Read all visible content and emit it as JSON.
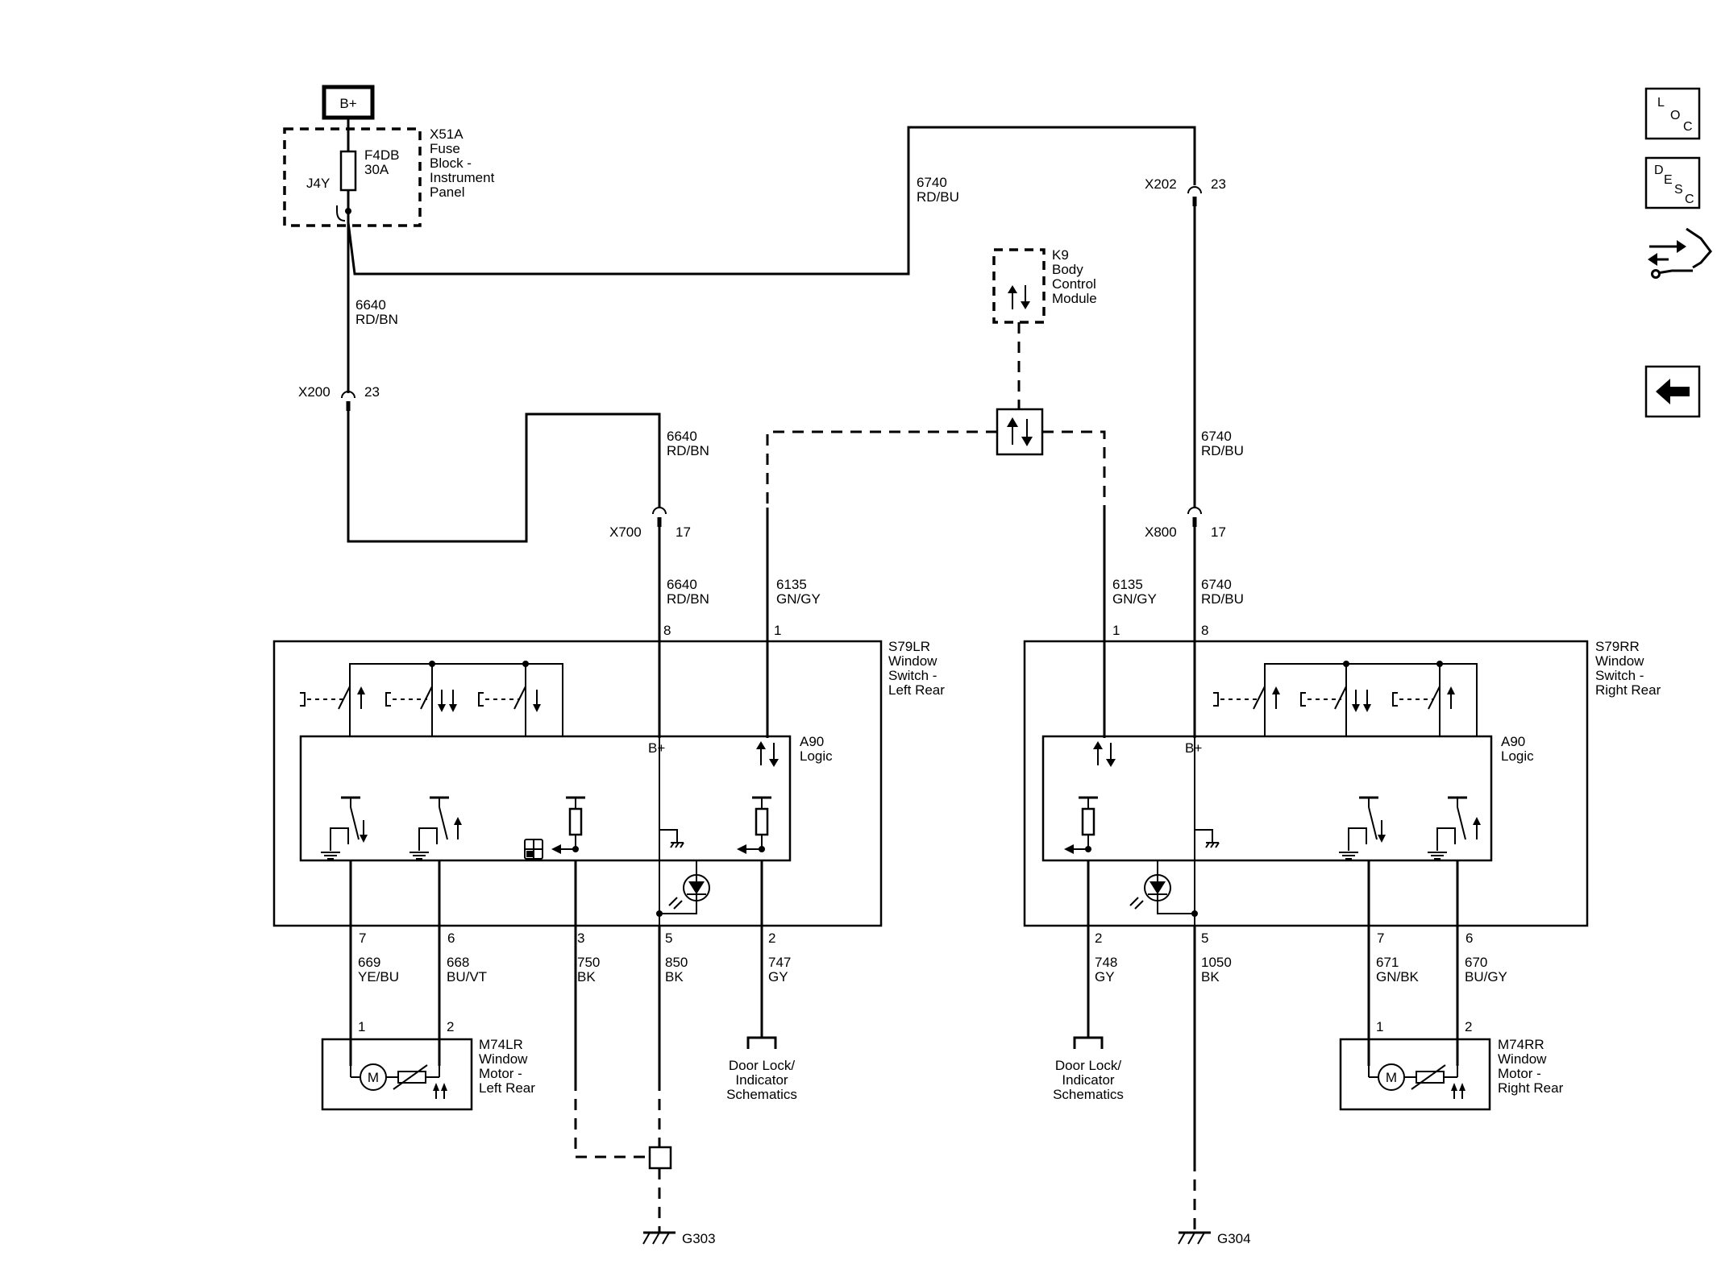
{
  "power": {
    "bplus": "B+"
  },
  "fuse_block": {
    "l1": "X51A",
    "l2": "Fuse",
    "l3": "Block -",
    "l4": "Instrument",
    "l5": "Panel",
    "fuse_id": "F4DB",
    "fuse_amp": "30A",
    "jumper": "J4Y"
  },
  "wires": {
    "w6640_top": {
      "num": "6640",
      "col": "RD/BN"
    },
    "w6740_top": {
      "num": "6740",
      "col": "RD/BU"
    },
    "w6640_mid": {
      "num": "6640",
      "col": "RD/BN"
    },
    "w6740_mid": {
      "num": "6740",
      "col": "RD/BU"
    },
    "w6640_low": {
      "num": "6640",
      "col": "RD/BN"
    },
    "w6135_l": {
      "num": "6135",
      "col": "GN/GY"
    },
    "w6135_r": {
      "num": "6135",
      "col": "GN/GY"
    },
    "w6740_low": {
      "num": "6740",
      "col": "RD/BU"
    },
    "w669": {
      "num": "669",
      "col": "YE/BU"
    },
    "w668": {
      "num": "668",
      "col": "BU/VT"
    },
    "w750": {
      "num": "750",
      "col": "BK"
    },
    "w850": {
      "num": "850",
      "col": "BK"
    },
    "w747": {
      "num": "747",
      "col": "GY"
    },
    "w748": {
      "num": "748",
      "col": "GY"
    },
    "w1050": {
      "num": "1050",
      "col": "BK"
    },
    "w671": {
      "num": "671",
      "col": "GN/BK"
    },
    "w670": {
      "num": "670",
      "col": "BU/GY"
    }
  },
  "connectors": {
    "x200": {
      "name": "X200",
      "pin": "23"
    },
    "x202": {
      "name": "X202",
      "pin": "23"
    },
    "x700": {
      "name": "X700",
      "pin": "17"
    },
    "x800": {
      "name": "X800",
      "pin": "17"
    }
  },
  "bcm": {
    "l1": "K9",
    "l2": "Body",
    "l3": "Control",
    "l4": "Module"
  },
  "left_switch": {
    "l1": "S79LR",
    "l2": "Window",
    "l3": "Switch -",
    "l4": "Left Rear",
    "logic1": "A90",
    "logic2": "Logic",
    "bplus": "B+",
    "pin_top_b": "8",
    "pin_top_s": "1",
    "pins_bottom": [
      "7",
      "6",
      "3",
      "5",
      "2"
    ]
  },
  "right_switch": {
    "l1": "S79RR",
    "l2": "Window",
    "l3": "Switch -",
    "l4": "Right Rear",
    "logic1": "A90",
    "logic2": "Logic",
    "bplus": "B+",
    "pin_top_s": "1",
    "pin_top_b": "8",
    "pins_bottom": [
      "2",
      "5",
      "7",
      "6"
    ]
  },
  "left_motor": {
    "l1": "M74LR",
    "l2": "Window",
    "l3": "Motor -",
    "l4": "Left Rear",
    "pin1": "1",
    "pin2": "2",
    "m": "M"
  },
  "right_motor": {
    "l1": "M74RR",
    "l2": "Window",
    "l3": "Motor -",
    "l4": "Right Rear",
    "pin1": "1",
    "pin2": "2",
    "m": "M"
  },
  "door_lock_left": {
    "l1": "Door Lock/",
    "l2": "Indicator",
    "l3": "Schematics"
  },
  "door_lock_right": {
    "l1": "Door Lock/",
    "l2": "Indicator",
    "l3": "Schematics"
  },
  "grounds": {
    "left": "G303",
    "right": "G304"
  },
  "nav": {
    "loc": {
      "a": "L",
      "b": "O",
      "c": "C"
    },
    "desc": {
      "a": "D",
      "b": "E",
      "c": "S",
      "d": "C"
    }
  }
}
